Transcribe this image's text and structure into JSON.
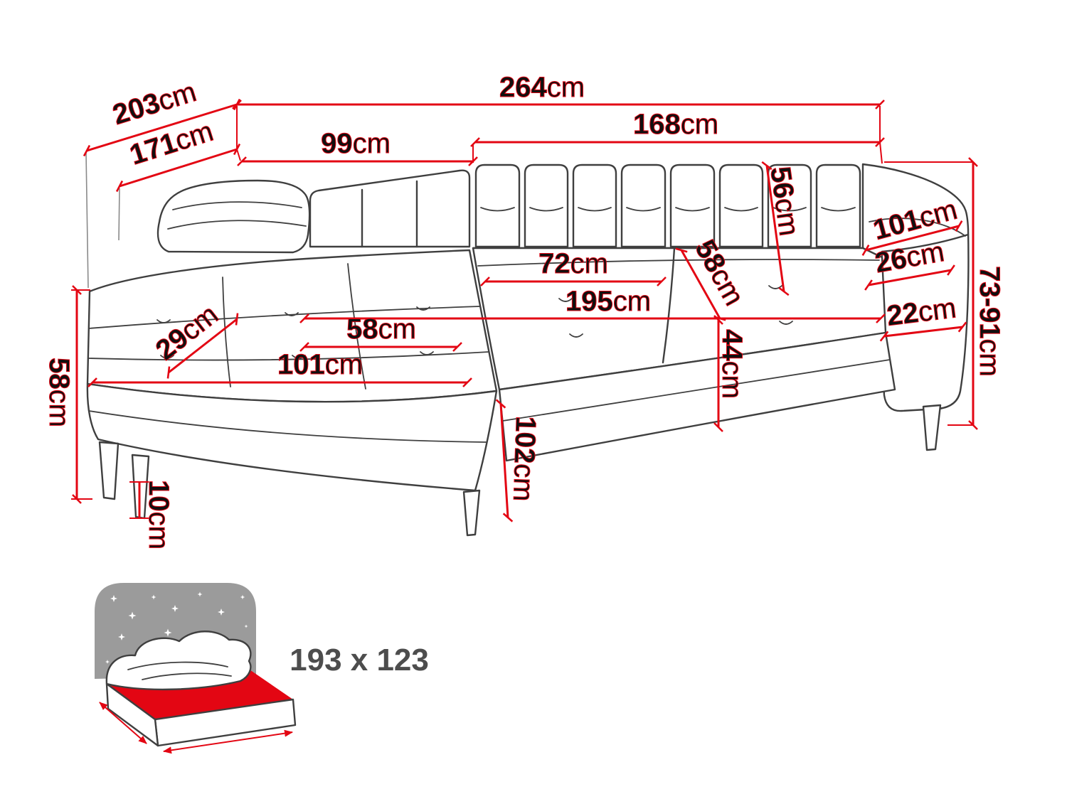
{
  "colors": {
    "dimension": "#e30613",
    "outline": "#3f3f3f",
    "text": "#101010",
    "bed_label": "#4d4d4d",
    "headboard": "#9b9b9b",
    "sleeping_surface": "#e30613"
  },
  "diagram": {
    "type": "corner-sofa-dimension-diagram",
    "dimensions": {
      "total_width": {
        "value": "264",
        "unit": "cm"
      },
      "total_depth": {
        "value": "203",
        "unit": "cm"
      },
      "inner_depth": {
        "value": "171",
        "unit": "cm"
      },
      "chaise_width": {
        "value": "99",
        "unit": "cm"
      },
      "seat_front_width": {
        "value": "168",
        "unit": "cm"
      },
      "backrest_height": {
        "value": "56",
        "unit": "cm"
      },
      "armrest_outer_depth": {
        "value": "101",
        "unit": "cm"
      },
      "armrest_top_width": {
        "value": "26",
        "unit": "cm"
      },
      "total_height_range": {
        "value": "73-91",
        "unit": "cm"
      },
      "back_cushion_width": {
        "value": "72",
        "unit": "cm"
      },
      "seat_depth": {
        "value": "58",
        "unit": "cm"
      },
      "seat_width": {
        "value": "195",
        "unit": "cm"
      },
      "armrest_width": {
        "value": "22",
        "unit": "cm"
      },
      "chaise_cushion_depth": {
        "value": "29",
        "unit": "cm"
      },
      "chaise_cushion_width": {
        "value": "58",
        "unit": "cm"
      },
      "chaise_length": {
        "value": "101",
        "unit": "cm"
      },
      "seat_height": {
        "value": "44",
        "unit": "cm"
      },
      "side_height": {
        "value": "58",
        "unit": "cm"
      },
      "chaise_depth": {
        "value": "102",
        "unit": "cm"
      },
      "leg_height": {
        "value": "10",
        "unit": "cm"
      }
    },
    "sleeping_area": {
      "label": "193 x 123"
    }
  }
}
